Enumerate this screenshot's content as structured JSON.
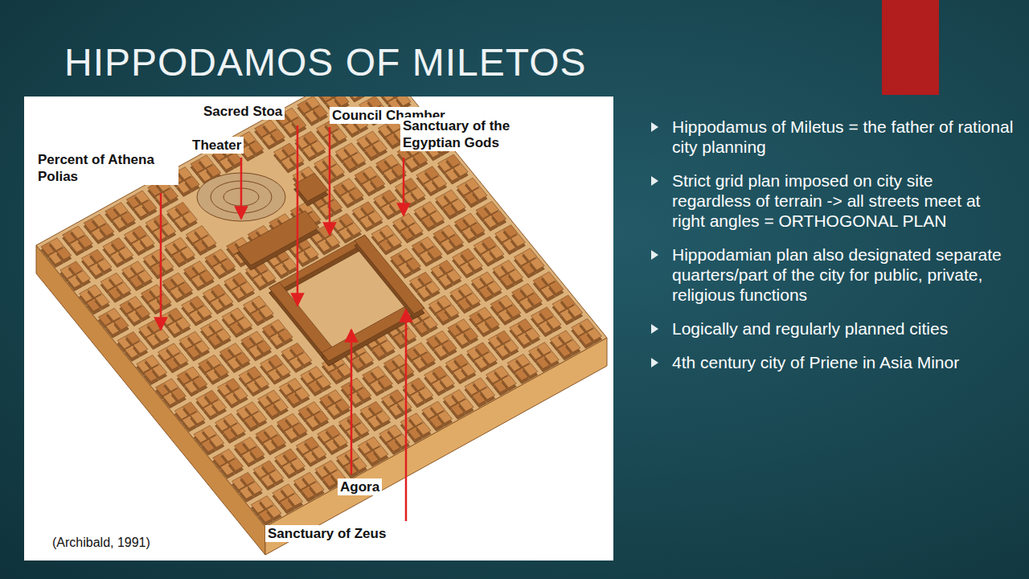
{
  "diagram": {
    "title": "HIPPODAMOS OF MILETOS",
    "labels": [
      "Sacred Stoa",
      "Council Chamber",
      "Sanctuary of the Egyptian Gods",
      "Theater",
      "Percent of Athena Polias",
      "Agora",
      "Sanctuary of Zeus",
      "(Archibald, 1991)",
      "Hippodamus of Miletus = the father of rational city planning",
      "Strict grid plan imposed on city site regardless of terrain -> all streets meet at right angles = ORTHOGONAL PLAN",
      "Hippodamian plan also designated separate quarters/part of the city for public, private, religious functions",
      "Logically and regularly planned cities",
      "4th century city of Priene in Asia Minor"
    ]
  }
}
